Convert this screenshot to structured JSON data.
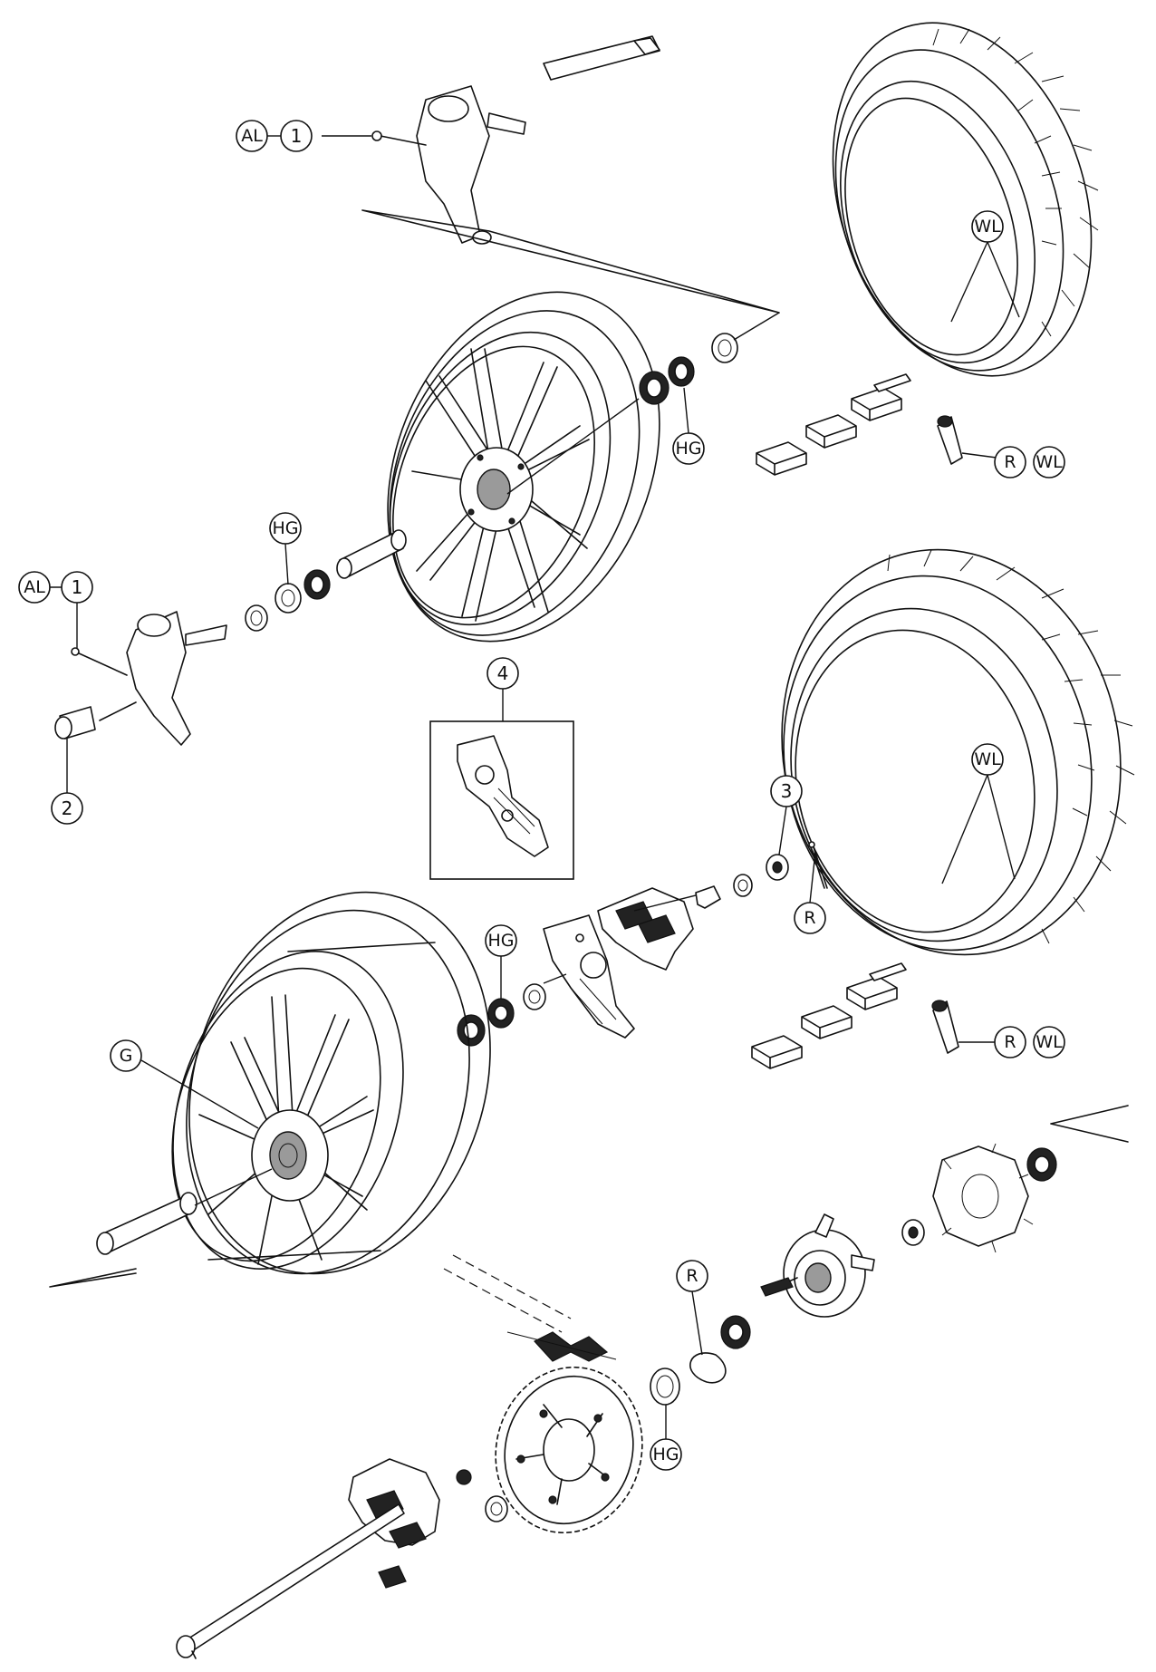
{
  "callouts": {
    "al": "AL",
    "hg": "HG",
    "wl": "WL",
    "r": "R",
    "g": "G",
    "part_1": "1",
    "part_2": "2",
    "part_3": "3",
    "part_4": "4"
  },
  "icons": [
    "front-wheel",
    "rear-wheel",
    "front-tire",
    "rear-tire",
    "front-fork-leg",
    "rear-sprocket",
    "drive-chain",
    "rear-axle",
    "valve-stem",
    "balance-weights",
    "brake-caliper-bracket",
    "cush-drive-damper"
  ]
}
